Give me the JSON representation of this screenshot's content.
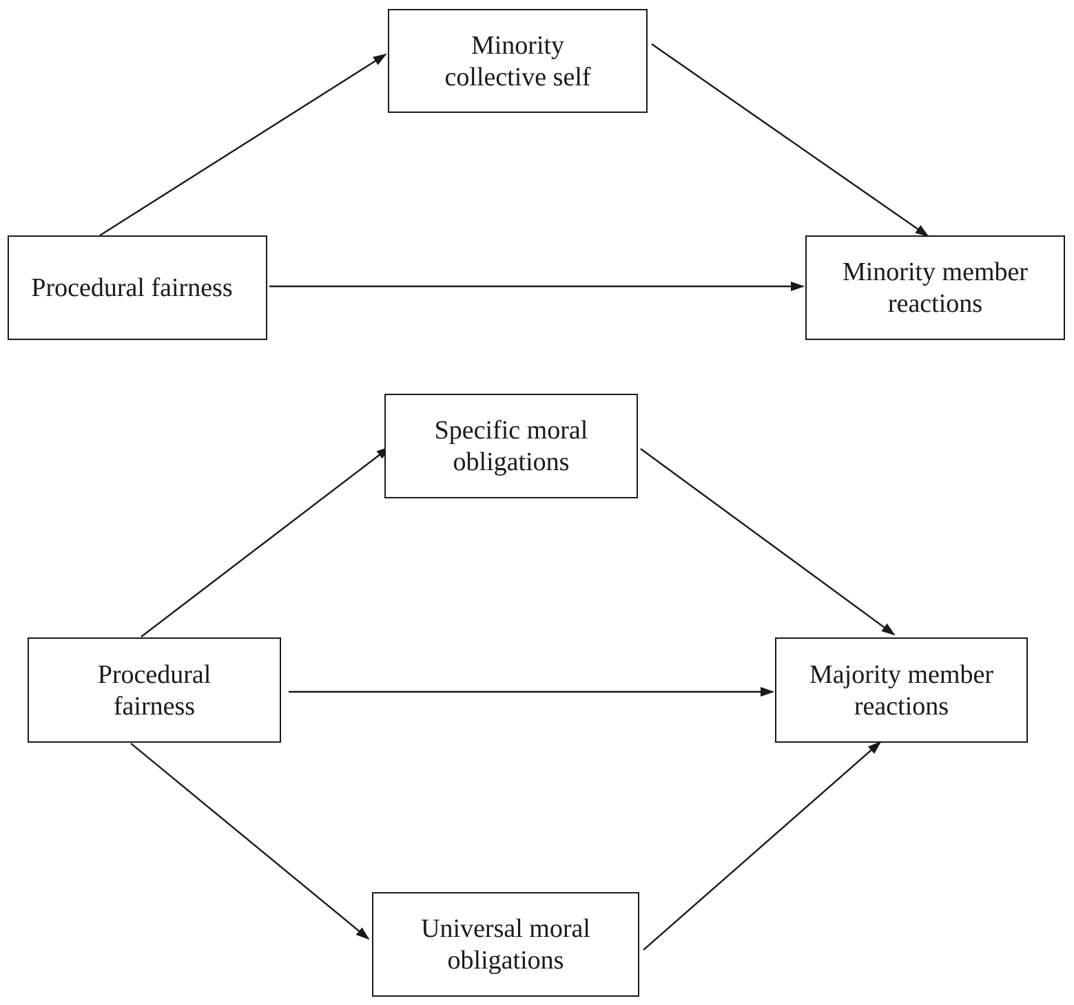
{
  "diagram": {
    "nodes": [
      {
        "id": "minority-collective-self",
        "label": "Minority\ncollective self"
      },
      {
        "id": "procedural-fairness-top",
        "label": "Procedural fairness"
      },
      {
        "id": "minority-member-reactions",
        "label": "Minority member\nreactions"
      },
      {
        "id": "specific-moral-obligations",
        "label": "Specific moral\nobligations"
      },
      {
        "id": "procedural-fairness-bottom",
        "label": "Procedural\nfairness"
      },
      {
        "id": "majority-member-reactions",
        "label": "Majority member\nreactions"
      },
      {
        "id": "universal-moral-obligations",
        "label": "Universal moral\nobligations"
      }
    ],
    "edges": [
      {
        "from": "procedural-fairness-top",
        "to": "minority-collective-self"
      },
      {
        "from": "minority-collective-self",
        "to": "minority-member-reactions"
      },
      {
        "from": "procedural-fairness-top",
        "to": "minority-member-reactions"
      },
      {
        "from": "procedural-fairness-bottom",
        "to": "specific-moral-obligations"
      },
      {
        "from": "specific-moral-obligations",
        "to": "majority-member-reactions"
      },
      {
        "from": "procedural-fairness-bottom",
        "to": "majority-member-reactions"
      },
      {
        "from": "procedural-fairness-bottom",
        "to": "universal-moral-obligations"
      },
      {
        "from": "universal-moral-obligations",
        "to": "majority-member-reactions"
      }
    ],
    "line_color": "#1a1a1a"
  }
}
